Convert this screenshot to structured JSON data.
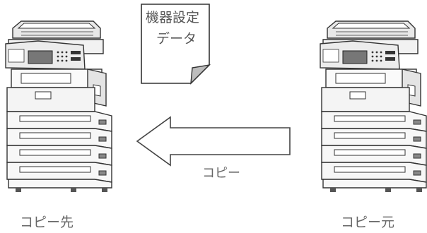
{
  "labels": {
    "destination": "コピー先",
    "source": "コピー元",
    "arrow": "コピー"
  },
  "document": {
    "line1": "機器設定",
    "line2": "データ"
  },
  "colors": {
    "stroke": "#333333",
    "text": "#666666",
    "shade": "#bdbdbd",
    "background": "#ffffff"
  },
  "icons": {
    "destination_device": "multifunction-printer-icon",
    "source_device": "multifunction-printer-icon",
    "document": "document-icon",
    "arrow": "left-arrow-icon"
  }
}
